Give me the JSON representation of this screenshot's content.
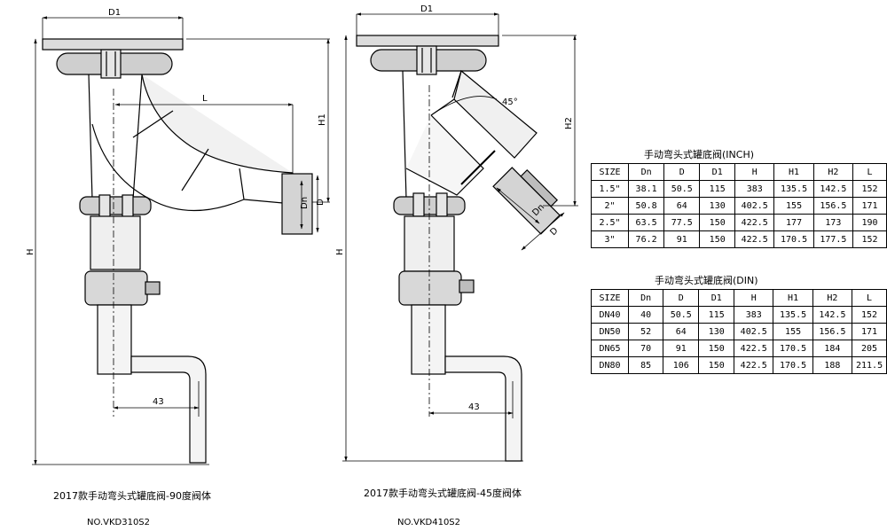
{
  "drawing_90": {
    "labels": {
      "d1": "D1",
      "l": "L",
      "h1": "H1",
      "h": "H",
      "dn": "Dn",
      "d": "D",
      "offset": "43"
    },
    "caption": "2017款手动弯头式罐底阀-90度阀体",
    "model": "NO.VKD310S2"
  },
  "drawing_45": {
    "labels": {
      "d1": "D1",
      "angle": "45°",
      "h2": "H2",
      "h": "H",
      "dn": "Dn",
      "d": "D",
      "offset": "43"
    },
    "caption": "2017款手动弯头式罐底阀-45度阀体",
    "model": "NO.VKD410S2"
  },
  "table_inch": {
    "title": "手动弯头式罐底阀(INCH)",
    "headers": [
      "SIZE",
      "Dn",
      "D",
      "D1",
      "H",
      "H1",
      "H2",
      "L"
    ],
    "rows": [
      [
        "1.5\"",
        "38.1",
        "50.5",
        "115",
        "383",
        "135.5",
        "142.5",
        "152"
      ],
      [
        "2\"",
        "50.8",
        "64",
        "130",
        "402.5",
        "155",
        "156.5",
        "171"
      ],
      [
        "2.5\"",
        "63.5",
        "77.5",
        "150",
        "422.5",
        "177",
        "173",
        "190"
      ],
      [
        "3\"",
        "76.2",
        "91",
        "150",
        "422.5",
        "170.5",
        "177.5",
        "152"
      ]
    ]
  },
  "table_din": {
    "title": "手动弯头式罐底阀(DIN)",
    "headers": [
      "SIZE",
      "Dn",
      "D",
      "D1",
      "H",
      "H1",
      "H2",
      "L"
    ],
    "rows": [
      [
        "DN40",
        "40",
        "50.5",
        "115",
        "383",
        "135.5",
        "142.5",
        "152"
      ],
      [
        "DN50",
        "52",
        "64",
        "130",
        "402.5",
        "155",
        "156.5",
        "171"
      ],
      [
        "DN65",
        "70",
        "91",
        "150",
        "422.5",
        "170.5",
        "184",
        "205"
      ],
      [
        "DN80",
        "85",
        "106",
        "150",
        "422.5",
        "170.5",
        "188",
        "211.5"
      ]
    ]
  }
}
